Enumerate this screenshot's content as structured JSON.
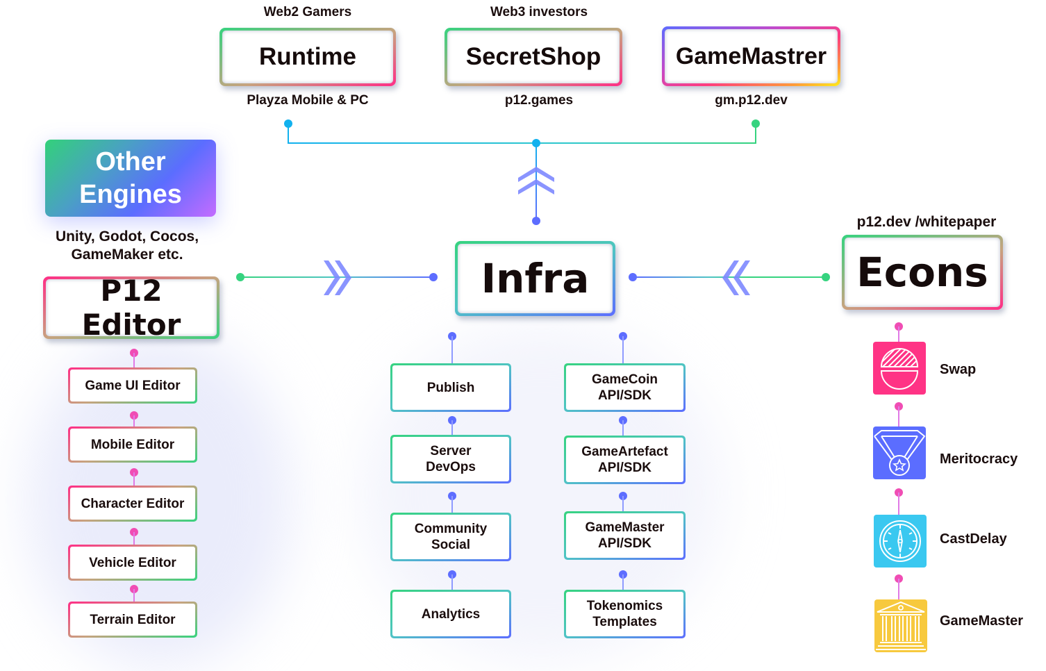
{
  "top_products": [
    {
      "audience": "Web2 Gamers",
      "name": "Runtime",
      "subtitle": "Playza Mobile & PC"
    },
    {
      "audience": "Web3 investors",
      "name": "SecretShop",
      "subtitle": "p12.games"
    },
    {
      "audience": "",
      "name": "GameMastrer",
      "subtitle": "gm.p12.dev"
    }
  ],
  "other_engines": {
    "title_line1": "Other",
    "title_line2": "Engines",
    "caption_line1": "Unity, Godot, Cocos,",
    "caption_line2": "GameMaker etc."
  },
  "editor": {
    "title": "P12 Editor",
    "items": [
      "Game UI Editor",
      "Mobile Editor",
      "Character Editor",
      "Vehicle Editor",
      "Terrain Editor"
    ]
  },
  "infra": {
    "title": "Infra",
    "left_column": [
      {
        "line1": "Publish",
        "line2": ""
      },
      {
        "line1": "Server",
        "line2": "DevOps"
      },
      {
        "line1": "Community",
        "line2": "Social"
      },
      {
        "line1": "Analytics",
        "line2": ""
      }
    ],
    "right_column": [
      {
        "line1": "GameCoin",
        "line2": "API/SDK"
      },
      {
        "line1": "GameArtefact",
        "line2": "API/SDK"
      },
      {
        "line1": "GameMaster",
        "line2": "API/SDK"
      },
      {
        "line1": "Tokenomics",
        "line2": "Templates"
      }
    ]
  },
  "econs": {
    "link": "p12.dev /whitepaper",
    "title": "Econs",
    "items": [
      {
        "label": "Swap",
        "icon": "swap-bowl-icon",
        "color": "#ff3385"
      },
      {
        "label": "Meritocracy",
        "icon": "medal-icon",
        "color": "#5b6dff"
      },
      {
        "label": "CastDelay",
        "icon": "clock-icon",
        "color": "#3ac8f0"
      },
      {
        "label": "GameMaster",
        "icon": "bank-icon",
        "color": "#f7c93e"
      }
    ]
  },
  "colors": {
    "green": "#36d37f",
    "pink": "#ff2e86",
    "blue": "#5d6dff",
    "cyan": "#12b1ee",
    "chevron": "#7d88ff",
    "pink_connector": "#e85bd8"
  }
}
